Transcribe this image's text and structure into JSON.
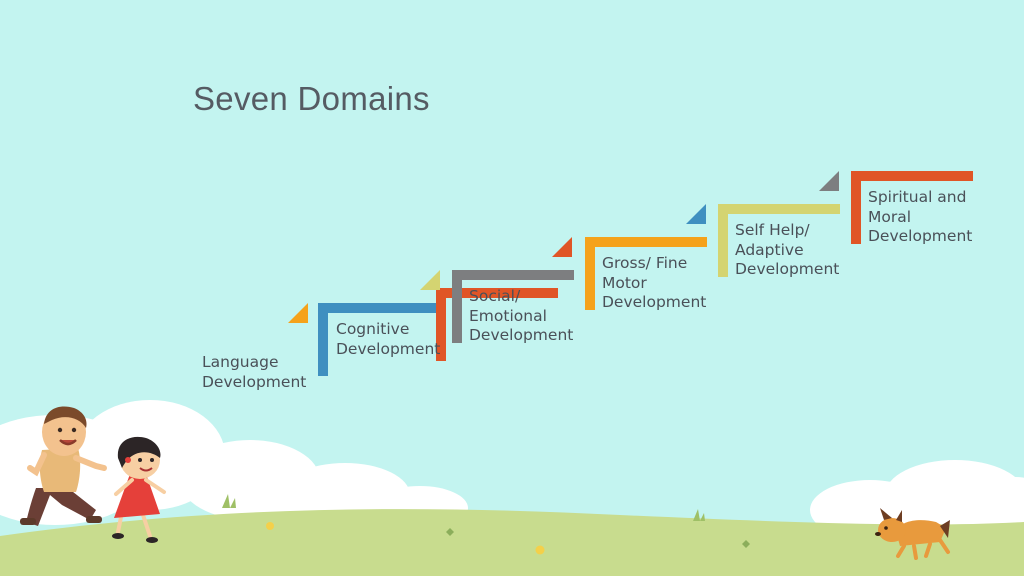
{
  "slide": {
    "title": "Seven Domains",
    "colors": {
      "background": "#c3f4f0",
      "grass": "#c8dc8e",
      "cloud": "#ffffff",
      "title_text": "#555b63",
      "label_text": "#4a5058"
    }
  },
  "steps": [
    {
      "id": "language",
      "lines": [
        "Language",
        "Development"
      ],
      "color": null
    },
    {
      "id": "cognitive",
      "lines": [
        "Cognitive",
        "Development"
      ],
      "color": "#3f8fc0",
      "triangle_color": "#f5a21b"
    },
    {
      "id": "social",
      "lines": [
        "Social/",
        "Emotional",
        "Development"
      ],
      "color": "#e05526",
      "triangle_color": "#d4d471"
    },
    {
      "id": "social-gray",
      "lines": [],
      "color": "#7d7e80",
      "triangle_color": "#e05526"
    },
    {
      "id": "gross-fine",
      "lines": [
        "Gross/  Fine",
        "Motor",
        "Development"
      ],
      "color": "#f5a21b",
      "triangle_color": "#3f8fc0"
    },
    {
      "id": "self-help",
      "lines": [
        "Self Help/",
        "Adaptive",
        "Development"
      ],
      "color": "#d4d471",
      "triangle_color": "#7d7e80"
    },
    {
      "id": "spiritual",
      "lines": [
        "Spiritual and",
        "Moral",
        "Development"
      ],
      "color": "#e05526"
    }
  ],
  "illustrations": {
    "boy": {
      "icon": "running-boy-illustration",
      "colors": {
        "shirt": "#e8b978",
        "pants": "#6b3f36",
        "skin": "#f3c28e",
        "hair": "#7b4a2a"
      }
    },
    "girl": {
      "icon": "running-girl-illustration",
      "colors": {
        "dress": "#e5403a",
        "hair": "#2c2526",
        "skin": "#f7cfa3"
      }
    },
    "dog": {
      "icon": "running-dog-illustration",
      "colors": {
        "body": "#e89a3d",
        "patch": "#6d3d22"
      }
    }
  }
}
